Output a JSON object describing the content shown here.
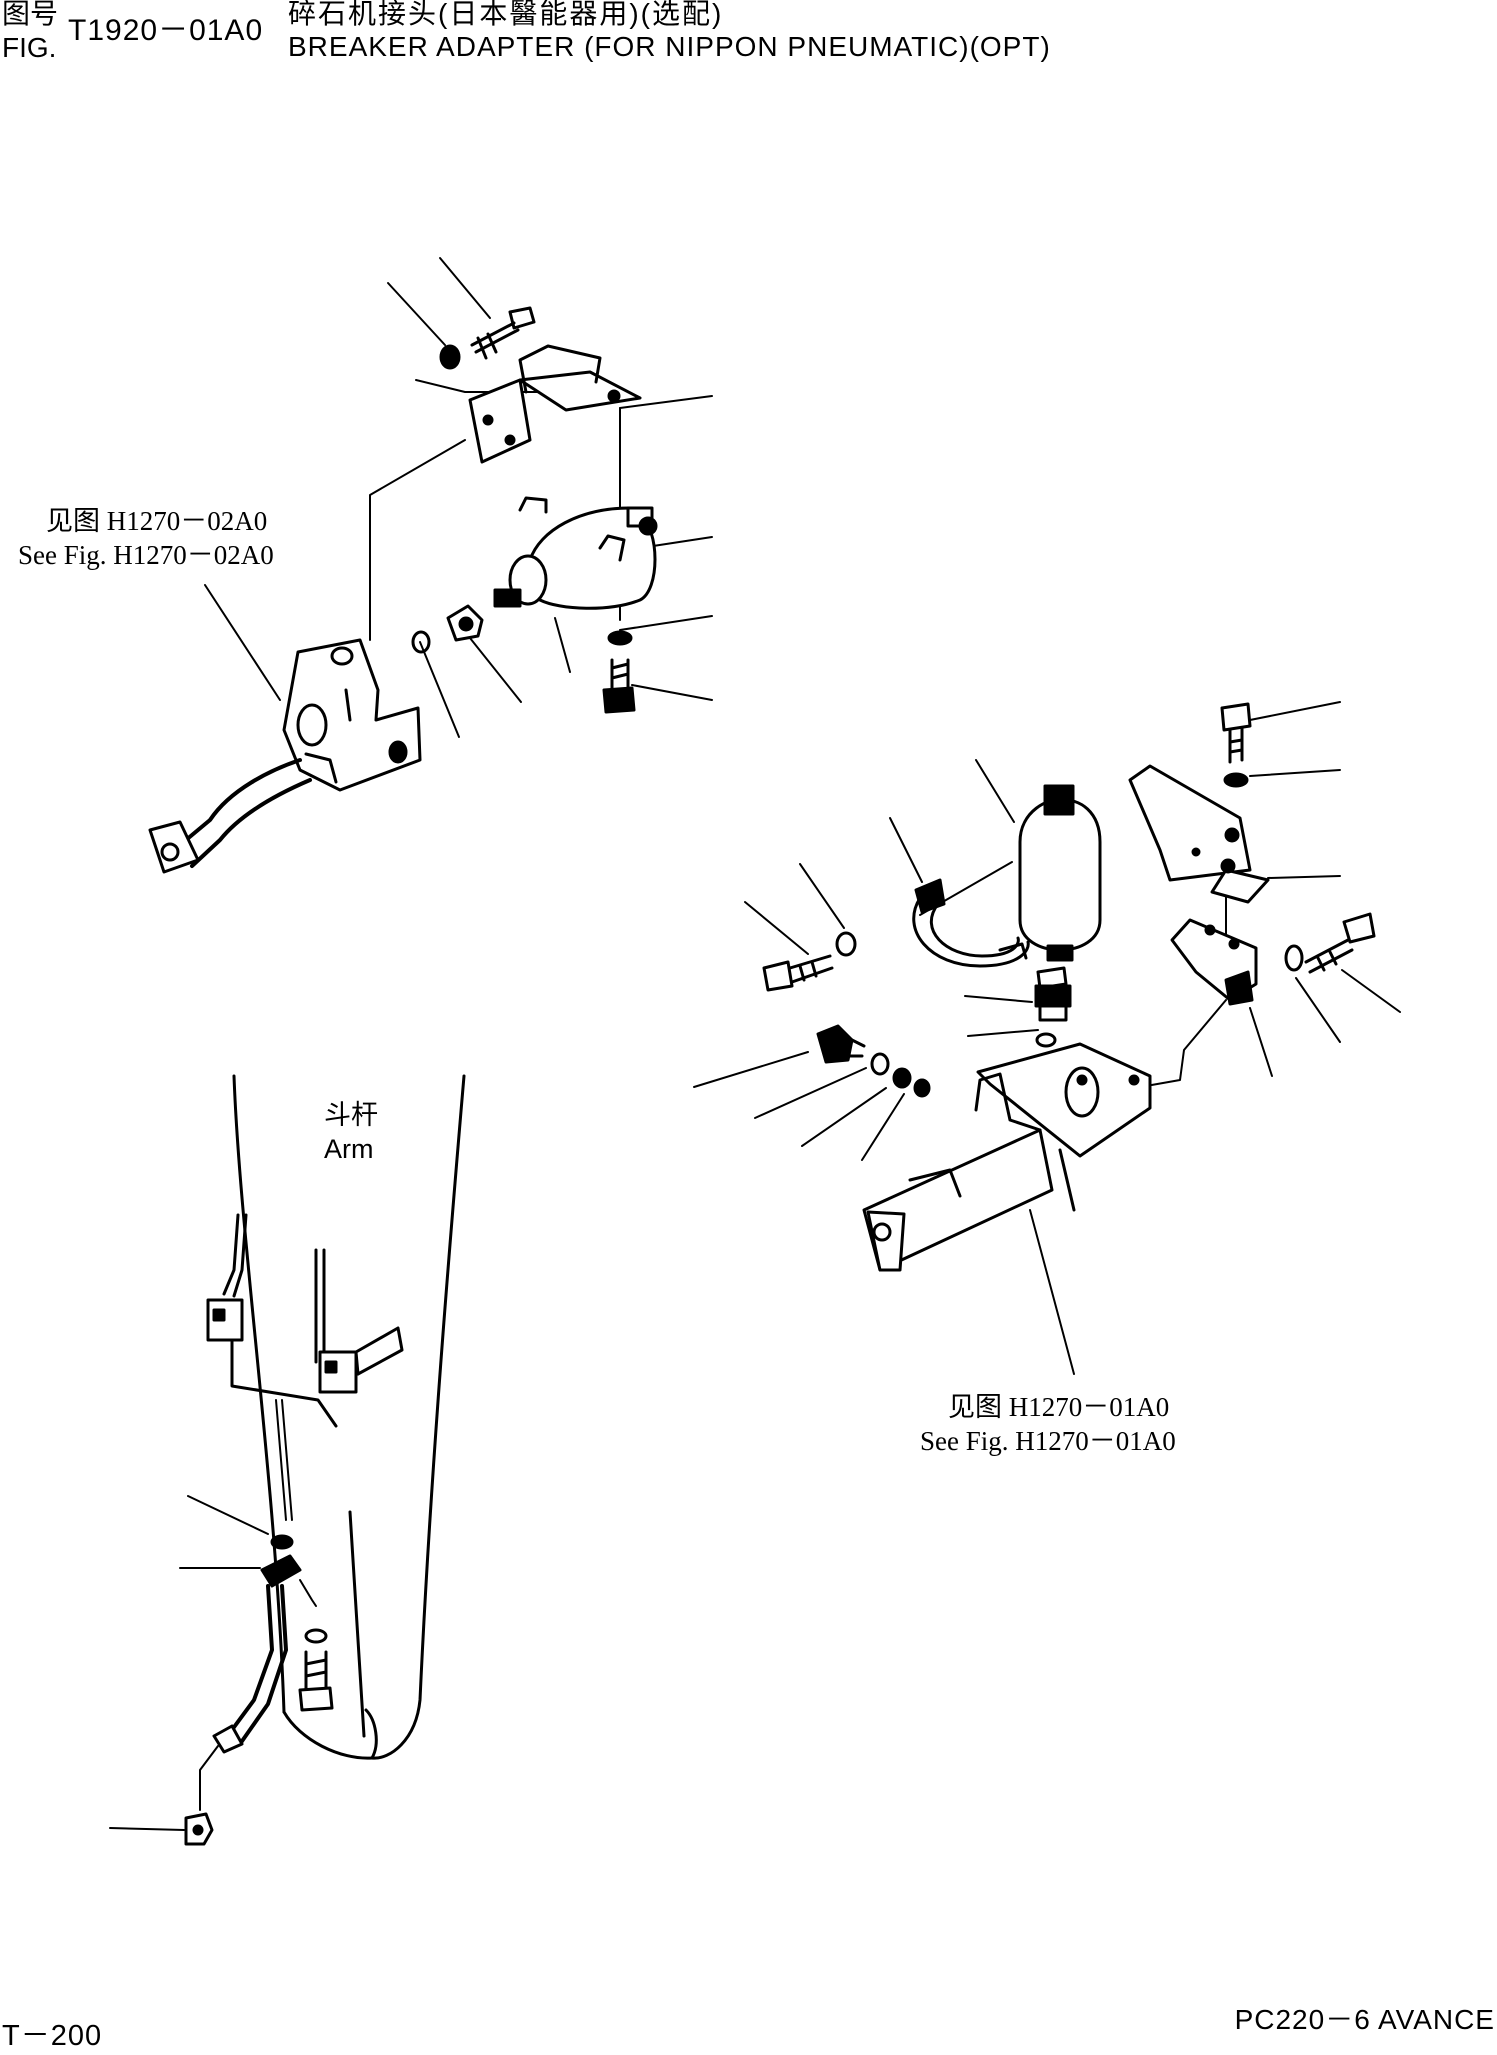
{
  "header": {
    "fig_cn_label": "图号",
    "fig_label": "FIG.",
    "fig_number": "T1920－01A0",
    "title_cn": "碎石机接头(日本醫能器用)(选配)",
    "title_en": "BREAKER ADAPTER (FOR NIPPON PNEUMATIC)(OPT)"
  },
  "references": {
    "upper_left": {
      "cn": "见图 H1270－02A0",
      "en": "See Fig. H1270－02A0"
    },
    "lower_right": {
      "cn": "见图 H1270－01A0",
      "en": "See Fig. H1270－01A0"
    }
  },
  "arm_label": {
    "cn": "斗杆",
    "en": "Arm"
  },
  "footer": {
    "page_number": "T－200",
    "model": "PC220－6 AVANCE"
  }
}
